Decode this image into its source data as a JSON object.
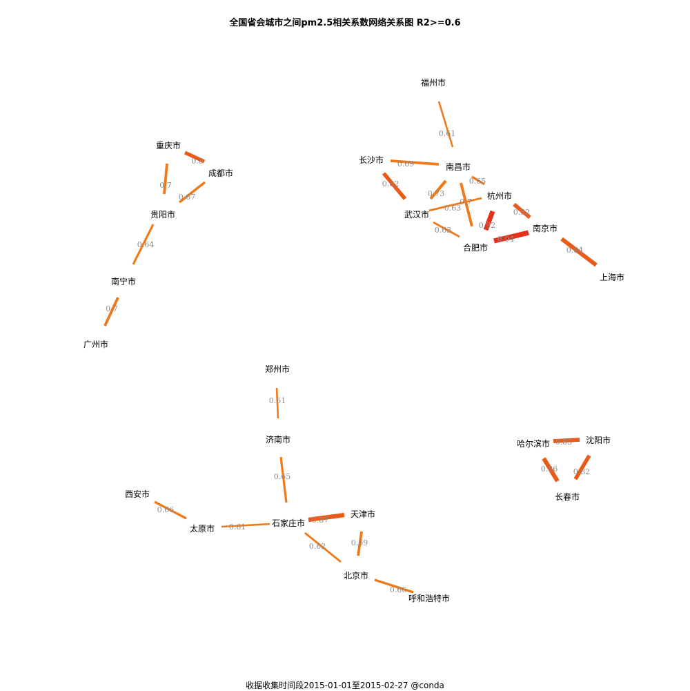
{
  "title": "全国省会城市之间pm2.5相关系数网络关系图 R2>=0.6",
  "footer": "收据收集时间段2015-01-01至2015-02-27 @conda",
  "colors": {
    "low": "#f07a1a",
    "mid": "#ea5a18",
    "high": "#e8301a",
    "label": "#8a8a8a"
  },
  "nodes": [
    {
      "id": "fuzhou",
      "name": "福州市"
    },
    {
      "id": "changsha",
      "name": "长沙市"
    },
    {
      "id": "nanchang",
      "name": "南昌市"
    },
    {
      "id": "hangzhou",
      "name": "杭州市"
    },
    {
      "id": "wuhan",
      "name": "武汉市"
    },
    {
      "id": "nanjing",
      "name": "南京市"
    },
    {
      "id": "hefei",
      "name": "合肥市"
    },
    {
      "id": "shanghai",
      "name": "上海市"
    },
    {
      "id": "chongqing",
      "name": "重庆市"
    },
    {
      "id": "chengdu",
      "name": "成都市"
    },
    {
      "id": "guiyang",
      "name": "贵阳市"
    },
    {
      "id": "nanning",
      "name": "南宁市"
    },
    {
      "id": "guangzhou",
      "name": "广州市"
    },
    {
      "id": "zhengzhou",
      "name": "郑州市"
    },
    {
      "id": "jinan",
      "name": "济南市"
    },
    {
      "id": "xian",
      "name": "西安市"
    },
    {
      "id": "taiyuan",
      "name": "太原市"
    },
    {
      "id": "shijiazhuang",
      "name": "石家庄市"
    },
    {
      "id": "tianjin",
      "name": "天津市"
    },
    {
      "id": "beijing",
      "name": "北京市"
    },
    {
      "id": "huhehaote",
      "name": "呼和浩特市"
    },
    {
      "id": "haerbin",
      "name": "哈尔滨市"
    },
    {
      "id": "shenyang",
      "name": "沈阳市"
    },
    {
      "id": "changchun",
      "name": "长春市"
    }
  ],
  "edges": [
    {
      "source": "fuzhou",
      "target": "nanchang",
      "label": "0.61",
      "weight": 0.61
    },
    {
      "source": "changsha",
      "target": "nanchang",
      "label": "0.69",
      "weight": 0.69
    },
    {
      "source": "changsha",
      "target": "wuhan",
      "label": "0.82",
      "weight": 0.82
    },
    {
      "source": "nanchang",
      "target": "wuhan",
      "label": "0.73",
      "weight": 0.73
    },
    {
      "source": "nanchang",
      "target": "hangzhou",
      "label": "0.65",
      "weight": 0.65
    },
    {
      "source": "nanchang",
      "target": "hefei",
      "label": "0.7",
      "weight": 0.7
    },
    {
      "source": "wuhan",
      "target": "hangzhou",
      "label": "0.63",
      "weight": 0.63
    },
    {
      "source": "wuhan",
      "target": "hefei",
      "label": "0.63",
      "weight": 0.63
    },
    {
      "source": "hangzhou",
      "target": "hefei",
      "label": "0.92",
      "weight": 0.92
    },
    {
      "source": "hangzhou",
      "target": "nanjing",
      "label": "0.82",
      "weight": 0.82
    },
    {
      "source": "hefei",
      "target": "nanjing",
      "label": "0.94",
      "weight": 0.94
    },
    {
      "source": "nanjing",
      "target": "shanghai",
      "label": "0.84",
      "weight": 0.84
    },
    {
      "source": "chongqing",
      "target": "chengdu",
      "label": "0.8",
      "weight": 0.8
    },
    {
      "source": "chongqing",
      "target": "guiyang",
      "label": "0.7",
      "weight": 0.7
    },
    {
      "source": "chengdu",
      "target": "guiyang",
      "label": "0.67",
      "weight": 0.67
    },
    {
      "source": "guiyang",
      "target": "nanning",
      "label": "0.64",
      "weight": 0.64
    },
    {
      "source": "nanning",
      "target": "guangzhou",
      "label": "0.7",
      "weight": 0.7
    },
    {
      "source": "zhengzhou",
      "target": "jinan",
      "label": "0.61",
      "weight": 0.61
    },
    {
      "source": "jinan",
      "target": "shijiazhuang",
      "label": "0.65",
      "weight": 0.65
    },
    {
      "source": "xian",
      "target": "taiyuan",
      "label": "0.66",
      "weight": 0.66
    },
    {
      "source": "taiyuan",
      "target": "shijiazhuang",
      "label": "0.61",
      "weight": 0.61
    },
    {
      "source": "shijiazhuang",
      "target": "tianjin",
      "label": "0.87",
      "weight": 0.87
    },
    {
      "source": "shijiazhuang",
      "target": "beijing",
      "label": "0.62",
      "weight": 0.62
    },
    {
      "source": "tianjin",
      "target": "beijing",
      "label": "0.69",
      "weight": 0.69
    },
    {
      "source": "beijing",
      "target": "huhehaote",
      "label": "0.66",
      "weight": 0.66
    },
    {
      "source": "haerbin",
      "target": "shenyang",
      "label": "0.83",
      "weight": 0.83
    },
    {
      "source": "haerbin",
      "target": "changchun",
      "label": "0.86",
      "weight": 0.86
    },
    {
      "source": "shenyang",
      "target": "changchun",
      "label": "0.82",
      "weight": 0.82
    }
  ]
}
